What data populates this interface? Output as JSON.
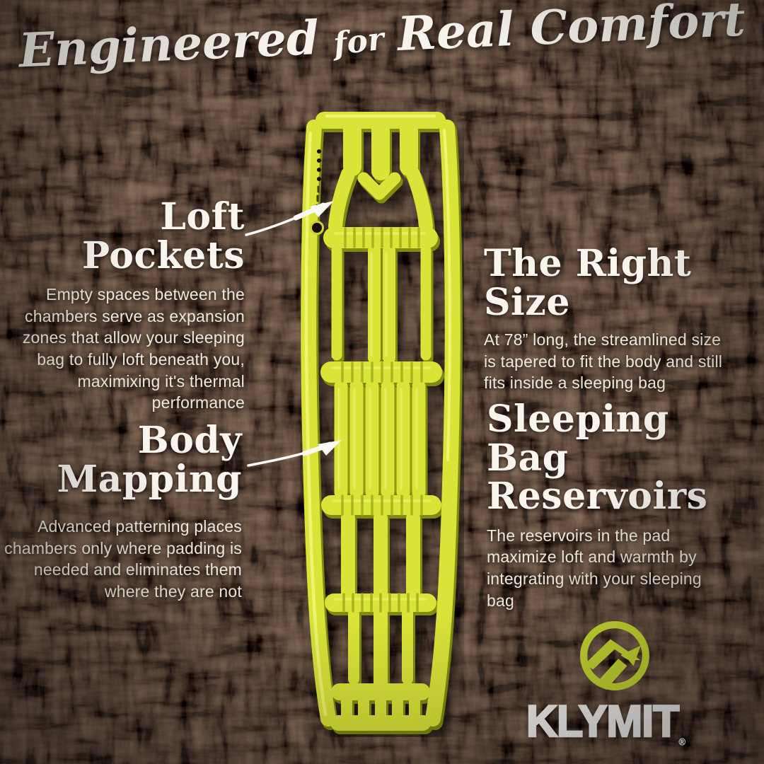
{
  "title": {
    "part1": "Engineered",
    "part2": "for",
    "part3": "Real Comfort"
  },
  "callouts": {
    "loft_pockets": {
      "heading": "Loft Pockets",
      "body": "Empty spaces between the chambers serve as expansion zones that allow your sleeping bag to fully loft beneath you, maximixing it's thermal performance"
    },
    "right_size": {
      "heading": "The Right Size",
      "body": "At 78” long, the streamlined size is tapered to fit the body and still fits inside a sleeping bag"
    },
    "body_mapping": {
      "heading_line1": "Body",
      "heading_line2": "Mapping",
      "body": "Advanced patterning places chambers only where padding is needed and eliminates them where they are not"
    },
    "sleeping_bag_reservoirs": {
      "heading_line1": "Sleeping Bag",
      "heading_line2": "Reservoirs",
      "body": "The reservoirs in the pad maximize loft and warmth by integrating with your sleeping bag"
    }
  },
  "brand": {
    "wordmark": "KLYMIT",
    "registered_mark": "®"
  },
  "colors": {
    "pad_chartreuse": "#d9e337",
    "logo_lime": "#c8da32",
    "background_mulch": "#1b110c",
    "text_white": "#f4f1ea"
  }
}
